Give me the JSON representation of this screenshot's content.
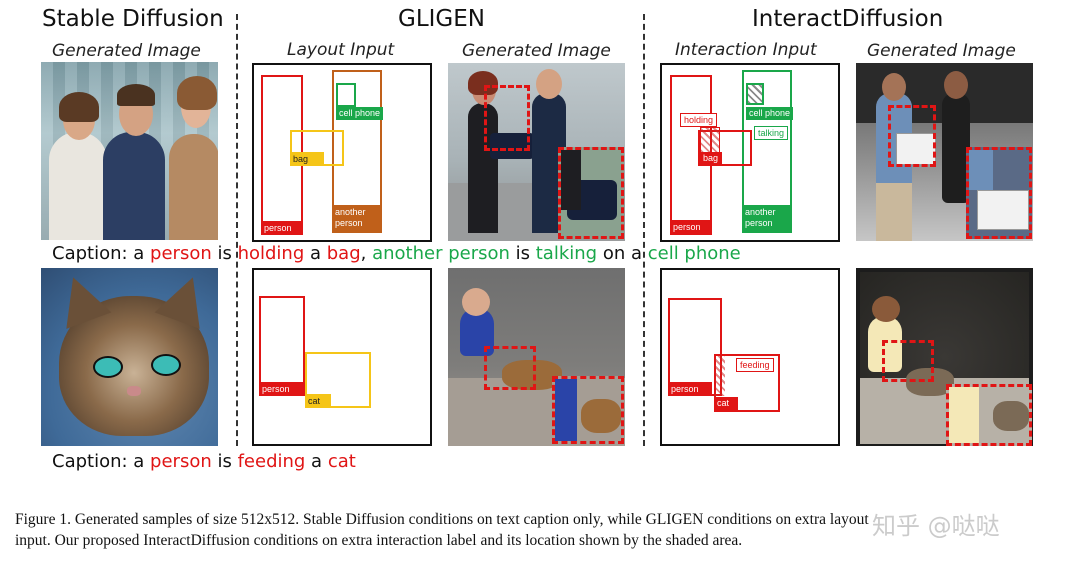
{
  "headers": {
    "sd": "Stable Diffusion",
    "gligen": "GLIGEN",
    "interact": "InteractDiffusion"
  },
  "subheaders": {
    "sd_generated": "Generated Image",
    "layout_input": "Layout Input",
    "gligen_generated": "Generated Image",
    "interaction_input": "Interaction Input",
    "interact_generated": "Generated Image"
  },
  "row1": {
    "gligen_labels": {
      "person": "person",
      "cell_phone": "cell phone",
      "bag": "bag",
      "another_person": "another\nperson"
    },
    "interact_labels": {
      "holding": "holding",
      "cell_phone": "cell phone",
      "talking": "talking",
      "bag": "bag",
      "another_person": "another\nperson",
      "person": "person"
    },
    "caption": {
      "prefix": "Caption: a ",
      "w1": "person",
      "s1": " is ",
      "w2": "holding",
      "s2": " a ",
      "w3": "bag",
      "s3": ", ",
      "w4": "another person",
      "s4": " is ",
      "w5": "talking",
      "s5": " on a ",
      "w6": "cell phone"
    }
  },
  "row2": {
    "gligen_labels": {
      "person": "person",
      "cat": "cat"
    },
    "interact_labels": {
      "feeding": "feeding",
      "person": "person",
      "cat": "cat"
    },
    "caption": {
      "prefix": "Caption: a ",
      "w1": "person",
      "s1": " is ",
      "w2": "feeding",
      "s2": " a ",
      "w3": "cat"
    }
  },
  "figure_caption": {
    "line1": "Figure 1. Generated samples of size 512x512. Stable Diffusion conditions on text caption only, while GLIGEN conditions on extra layout",
    "line2": "input. Our proposed InteractDiffusion conditions on extra interaction label and its location shown by the shaded area."
  },
  "watermark": "知乎 @哒哒",
  "colors": {
    "red": "#e01515",
    "yellow": "#f5c518",
    "orange": "#c0601a",
    "green": "#1aa74a"
  }
}
